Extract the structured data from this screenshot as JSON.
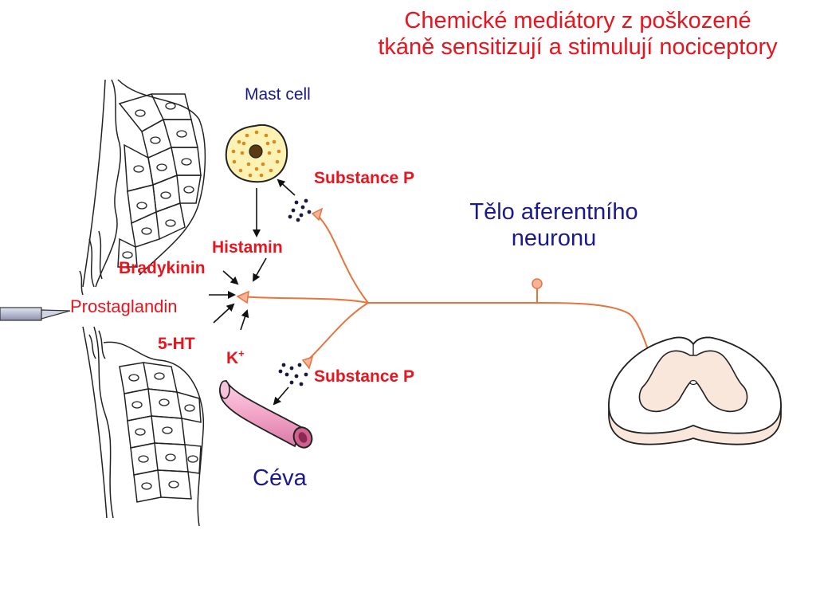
{
  "title": "Chemické mediátory z poškozené tkáně sensitizují a stimulují nociceptory",
  "labels": {
    "mast_cell": "Mast cell",
    "substance_p_top": "Substance P",
    "substance_p_bottom": "Substance P",
    "histamin": "Histamin",
    "bradykinin": "Bradykinin",
    "prostaglandin": "Prostaglandin",
    "serotonin": "5-HT",
    "potassium": "K",
    "potassium_charge": "+",
    "afferent_neuron": "Tělo aferentního neuronu",
    "vessel": "Céva"
  },
  "colors": {
    "title": "#e8141e",
    "mediator_labels": "#e8141e",
    "structure_labels": "#1a1a8c",
    "nerve_fiber": "#e8743c",
    "neuron_soma": "#f5b49a",
    "vessel": "#f2a6c8",
    "mast_cell": "#fbf2b4",
    "granules": "#d98a1e",
    "tissue_outline": "#222222"
  }
}
